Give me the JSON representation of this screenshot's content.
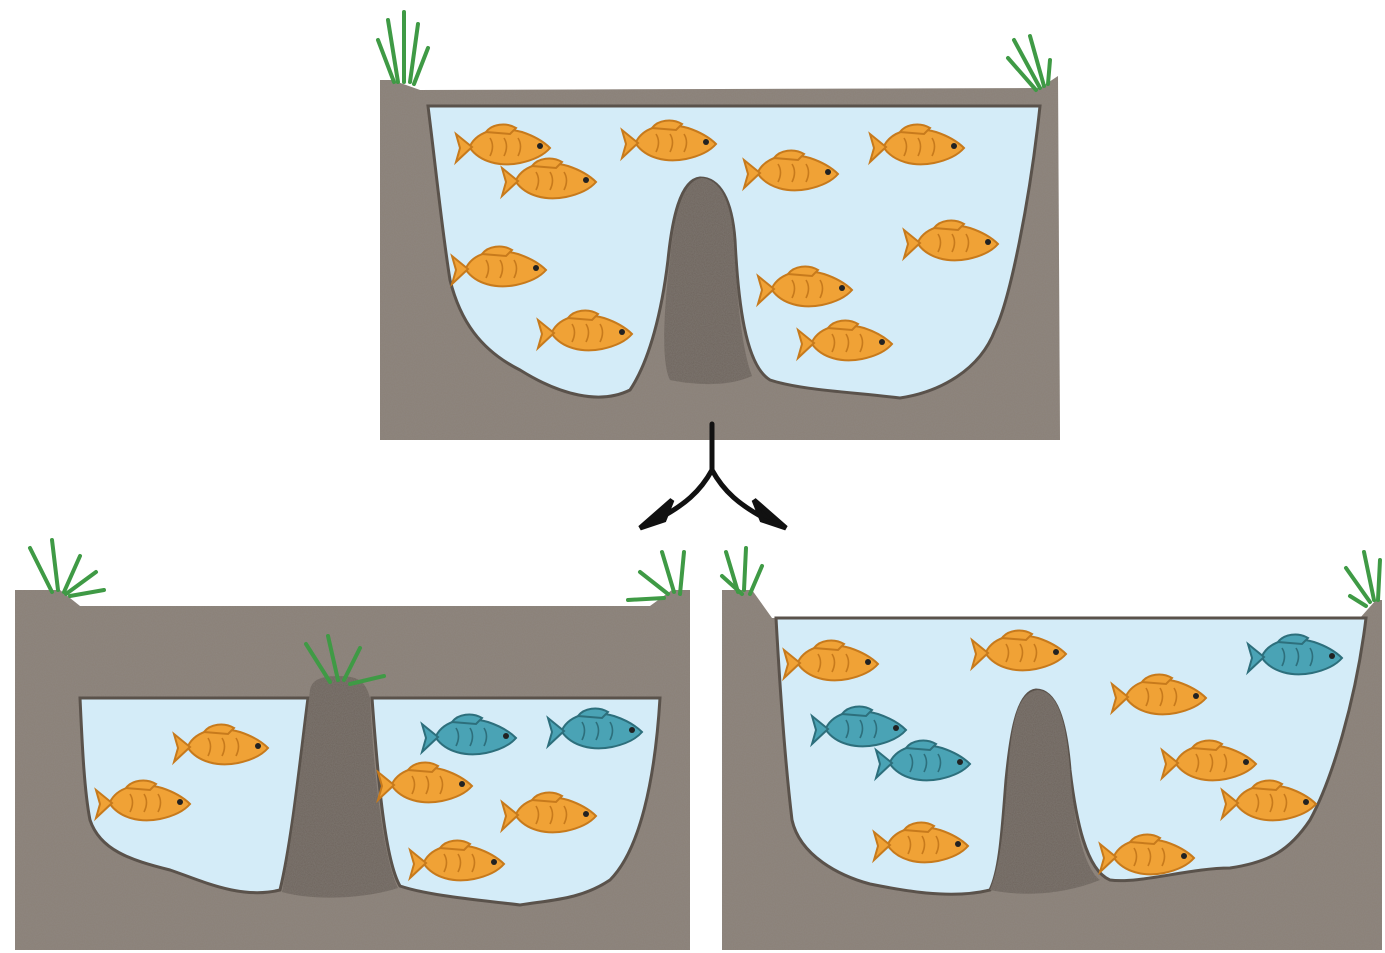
{
  "diagram": {
    "panels": [
      {
        "id": "original-lake",
        "water_level": "high",
        "fish": [
          {
            "color": "orange"
          },
          {
            "color": "orange"
          },
          {
            "color": "orange"
          },
          {
            "color": "orange"
          },
          {
            "color": "orange"
          },
          {
            "color": "orange"
          },
          {
            "color": "orange"
          },
          {
            "color": "orange"
          },
          {
            "color": "orange"
          },
          {
            "color": "orange"
          }
        ]
      },
      {
        "id": "separated-lakes",
        "water_level": "low",
        "fish": [
          {
            "color": "teal"
          },
          {
            "color": "teal"
          },
          {
            "color": "orange"
          },
          {
            "color": "orange"
          },
          {
            "color": "orange"
          },
          {
            "color": "orange"
          },
          {
            "color": "orange"
          }
        ]
      },
      {
        "id": "reconnected-lake",
        "water_level": "high",
        "fish": [
          {
            "color": "orange"
          },
          {
            "color": "orange"
          },
          {
            "color": "teal"
          },
          {
            "color": "orange"
          },
          {
            "color": "teal"
          },
          {
            "color": "orange"
          },
          {
            "color": "orange"
          },
          {
            "color": "orange"
          },
          {
            "color": "orange"
          },
          {
            "color": "teal"
          }
        ]
      }
    ],
    "arrows": {
      "direction": "splits into two"
    },
    "colors": {
      "soil": "#8b8178",
      "soil_dark": "#5a524b",
      "water": "#d4ecf8",
      "grass": "#3f9a45",
      "fish_orange": "#f0a236",
      "fish_teal": "#4aa3b5",
      "arrow": "#111111"
    }
  }
}
